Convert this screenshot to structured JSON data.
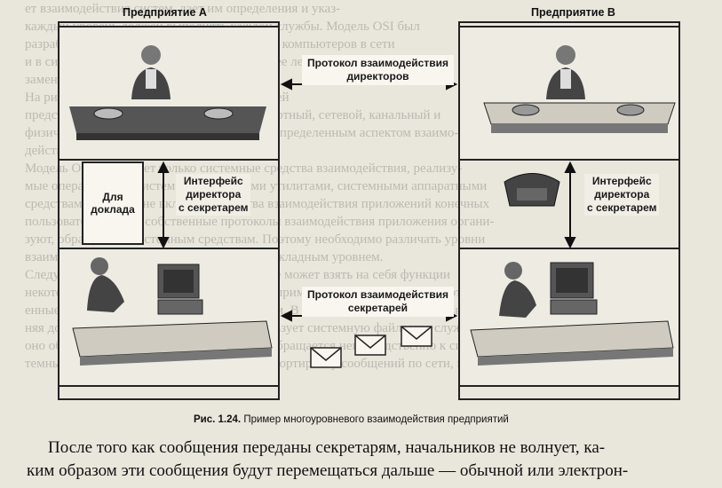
{
  "background_text": [
    "ет взаимодействия систем, дает им определения и указ-",
    "каждый уровень должен выполнять каждой службы. Модель OSI был",
    "разработана для того, чтобы взаимодействие компьютеров в сети",
    "и в системах передачи информации. Наиболее легко понятной можно",
    "заменить всё понятие текста.",
    "На рис. 1.25 средства взаимодействия уровней",
    "представлены: управление связями, транспортный, сетевой, канальный и",
    "физический. Каждый уровень имеет дело с определенным аспектом взаимо-",
    "действия сетевых устройств.",
    "Модель OSI описывает только системные средства взаимодействия, реализу-",
    "мые операционной системой, системными утилитами, системными аппаратными",
    "средствами. Модель не включает средства взаимодействия приложений конечных",
    "пользователей. Свои собственные протоколы взаимодействия приложения органи-",
    "зуют, обращаясь к системным средствам. Поэтому необходимо различать уровни",
    "взаимодействия между приложениями и прикладным уровнем.",
    "Следует также иметь в виду, что приложение может взять на себя функции",
    "некоторых верхних уровней модели OSI. Например, некоторые СУБД имеют встро-",
    "енные средства удаленного доступа к файлам. В этом случае приложение, выпол-",
    "няя доступ к удаленным ресурсам, не использует системную файловую службу;",
    "оно обходит верхние уровни модели OSI и обращается непосредственно к сис-",
    "темным средствам, ответственным за транспортировку сообщений по сети, которые"
  ],
  "figure": {
    "enterprise_a": "Предприятие А",
    "enterprise_b": "Предприятие В",
    "directors_protocol": [
      "Протокол взаимодействия",
      "директоров"
    ],
    "secretaries_protocol": [
      "Протокол взаимодействия",
      "секретарей"
    ],
    "report_note": [
      "Для",
      "доклада"
    ],
    "interface_left": [
      "Интерфейс",
      "директора",
      "с секретарем"
    ],
    "interface_right": [
      "Интерфейс",
      "директора",
      "с секретарем"
    ]
  },
  "caption": {
    "label": "Рис. 1.24.",
    "text": "Пример многоуровневого взаимодействия предприятий"
  },
  "body": [
    "После того как сообщения переданы секретарям, начальников не волнует, ка-",
    "ким образом эти сообщения будут перемещаться дальше — обычной или электрон-"
  ]
}
